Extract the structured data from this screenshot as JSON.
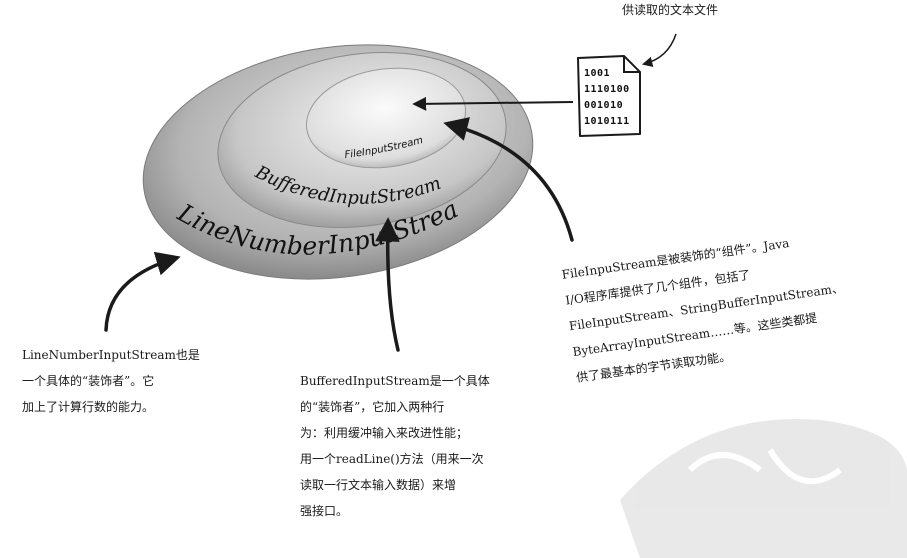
{
  "layers": {
    "outer": "LineNumberInputStream",
    "middle": "BufferedInputStream",
    "inner": "FileInputStream"
  },
  "file_bits": [
    "1001",
    "1110100",
    "001010",
    "1010111"
  ],
  "notes": {
    "source_file": "供读取的文本文件",
    "line_number": [
      "LineNumberInputStream也是",
      "一个具体的“装饰者”。它",
      "加上了计算行数的能力。"
    ],
    "buffered": [
      "BufferedInputStream是一个具体",
      "的“装饰者”，它加入两种行",
      "为：利用缓冲输入来改进性能；",
      "用一个readLine()方法（用来一次",
      "读取一行文本输入数据）来增",
      "强接口。"
    ],
    "file_input": [
      "FileInpuStream是被装饰的“组件”。Java",
      "I/O程序库提供了几个组件，包括了",
      "FileInputStream、StringBufferInputStream、",
      "ByteArrayInputStream……等。这些类都提",
      "供了最基本的字节读取功能。"
    ]
  },
  "colors": {
    "outer_fill": "#b9b9b9",
    "middle_fill": "#d0d0d0",
    "inner_fill": "#e6e6e6",
    "ink": "#1a1a1a"
  }
}
